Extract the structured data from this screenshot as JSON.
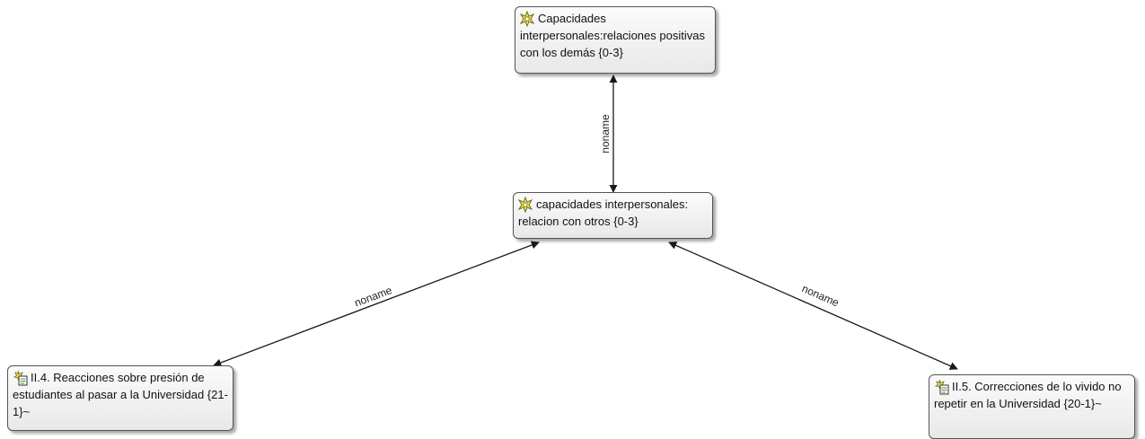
{
  "nodes": {
    "top": {
      "label": "Capacidades interpersonales:relaciones positivas con los demás {0-3}",
      "icon": "code-star-icon"
    },
    "center": {
      "label": "capacidades interpersonales: relacion con otros {0-3}",
      "icon": "code-star-icon"
    },
    "left": {
      "label": "II.4. Reacciones sobre presión de estudiantes al pasar a la Universidad {21-1}~",
      "icon": "code-document-icon"
    },
    "right": {
      "label": "II.5. Correcciones de lo vivido no repetir en la Universidad {20-1}~",
      "icon": "code-document-icon"
    }
  },
  "edges": {
    "top_center": {
      "label": "noname"
    },
    "center_left": {
      "label": "noname"
    },
    "center_right": {
      "label": "noname"
    }
  },
  "colors": {
    "edge": "#1a1a1a",
    "node_border": "#555555",
    "icon_yellow": "#f2e24a",
    "icon_green": "#5a8a3c"
  }
}
